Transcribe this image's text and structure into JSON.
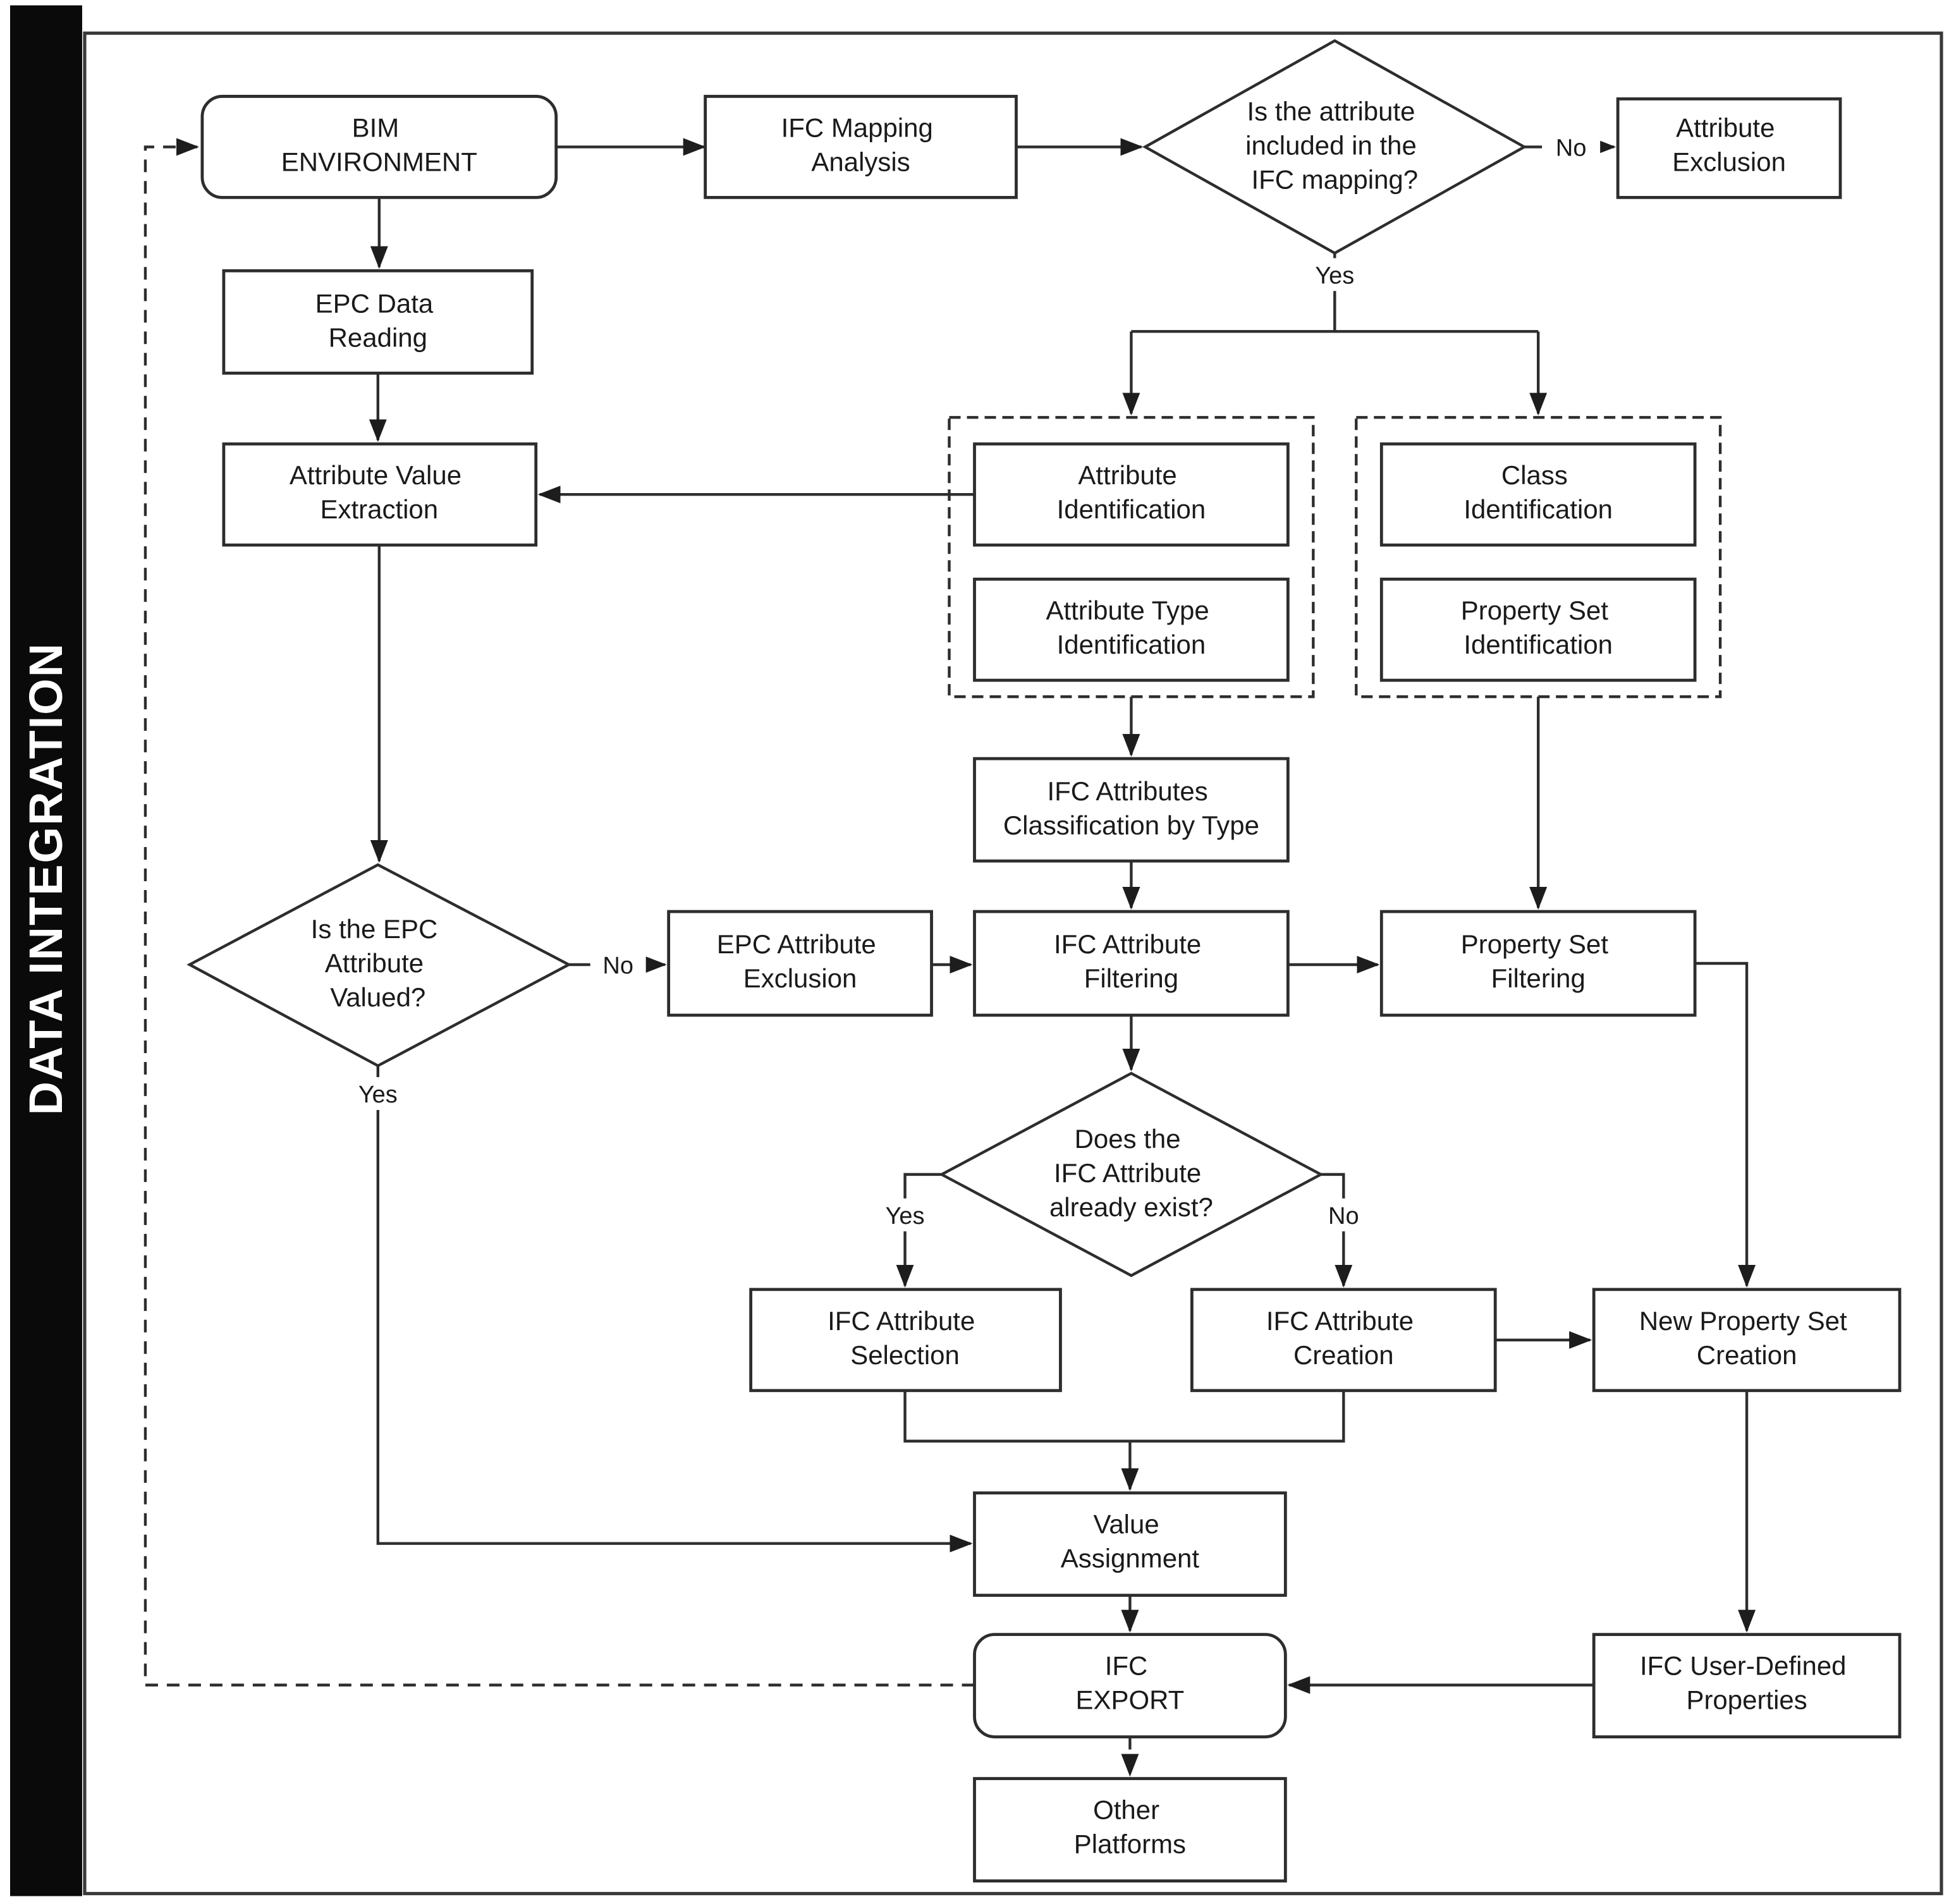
{
  "sidebar": {
    "label": "DATA INTEGRATION"
  },
  "edge_labels": {
    "mapping_no": "No",
    "mapping_yes": "Yes",
    "valued_no": "No",
    "valued_yes": "Yes",
    "exists_yes": "Yes",
    "exists_no": "No"
  },
  "nodes": {
    "bim_environment": {
      "lines": [
        "BIM",
        "ENVIRONMENT"
      ]
    },
    "ifc_mapping_analysis": {
      "lines": [
        "IFC Mapping",
        "Analysis"
      ]
    },
    "attribute_included_decision": {
      "lines": [
        "Is the attribute",
        "included in the",
        "IFC mapping?"
      ]
    },
    "attribute_exclusion": {
      "lines": [
        "Attribute",
        "Exclusion"
      ]
    },
    "epc_data_reading": {
      "lines": [
        "EPC Data",
        "Reading"
      ]
    },
    "attribute_value_extraction": {
      "lines": [
        "Attribute Value",
        "Extraction"
      ]
    },
    "attribute_identification": {
      "lines": [
        "Attribute",
        "Identification"
      ]
    },
    "attribute_type_identification": {
      "lines": [
        "Attribute Type",
        "Identification"
      ]
    },
    "class_identification": {
      "lines": [
        "Class",
        "Identification"
      ]
    },
    "property_set_identification": {
      "lines": [
        "Property Set",
        "Identification"
      ]
    },
    "ifc_attributes_classification": {
      "lines": [
        "IFC Attributes",
        "Classification by Type"
      ]
    },
    "epc_valued_decision": {
      "lines": [
        "Is the EPC",
        "Attribute",
        "Valued?"
      ]
    },
    "epc_attribute_exclusion": {
      "lines": [
        "EPC Attribute",
        "Exclusion"
      ]
    },
    "ifc_attribute_filtering": {
      "lines": [
        "IFC Attribute",
        "Filtering"
      ]
    },
    "property_set_filtering": {
      "lines": [
        "Property Set",
        "Filtering"
      ]
    },
    "ifc_attribute_exists_decision": {
      "lines": [
        "Does the",
        "IFC Attribute",
        "already exist?"
      ]
    },
    "ifc_attribute_selection": {
      "lines": [
        "IFC Attribute",
        "Selection"
      ]
    },
    "ifc_attribute_creation": {
      "lines": [
        "IFC Attribute",
        "Creation"
      ]
    },
    "new_property_set_creation": {
      "lines": [
        "New Property Set",
        "Creation"
      ]
    },
    "value_assignment": {
      "lines": [
        "Value",
        "Assignment"
      ]
    },
    "ifc_export": {
      "lines": [
        "IFC",
        "EXPORT"
      ]
    },
    "ifc_user_defined_properties": {
      "lines": [
        "IFC User-Defined",
        "Properties"
      ]
    },
    "other_platforms": {
      "lines": [
        "Other",
        "Platforms"
      ]
    }
  },
  "colors": {
    "line": "#2d2d2d",
    "text": "#1a1a1a",
    "sidebar_bg": "#0a0a0a",
    "sidebar_text": "#ffffff",
    "background": "#ffffff"
  }
}
